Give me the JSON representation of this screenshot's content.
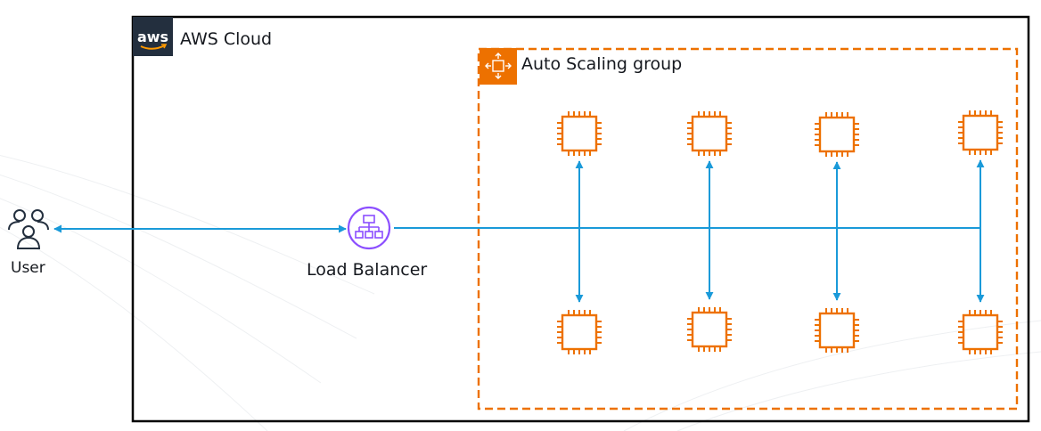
{
  "aws_cloud": {
    "logo_text": "aws",
    "title": "AWS Cloud"
  },
  "auto_scaling_group": {
    "title": "Auto Scaling group"
  },
  "user": {
    "label": "User",
    "icon": "users-icon"
  },
  "load_balancer": {
    "label": "Load Balancer",
    "icon": "load-balancer-icon"
  },
  "ec2_instances": {
    "icon": "ec2-instance-chip-icon",
    "top_row_count": 4,
    "bottom_row_count": 4
  },
  "colors": {
    "cloud_border": "#000000",
    "logo_background": "#232f3e",
    "asg_border": "#ed7100",
    "asg_badge": "#ed7100",
    "instance": "#ed7100",
    "load_balancer": "#8c4fff",
    "connector": "#1a9ad9",
    "text": "#16191f"
  }
}
